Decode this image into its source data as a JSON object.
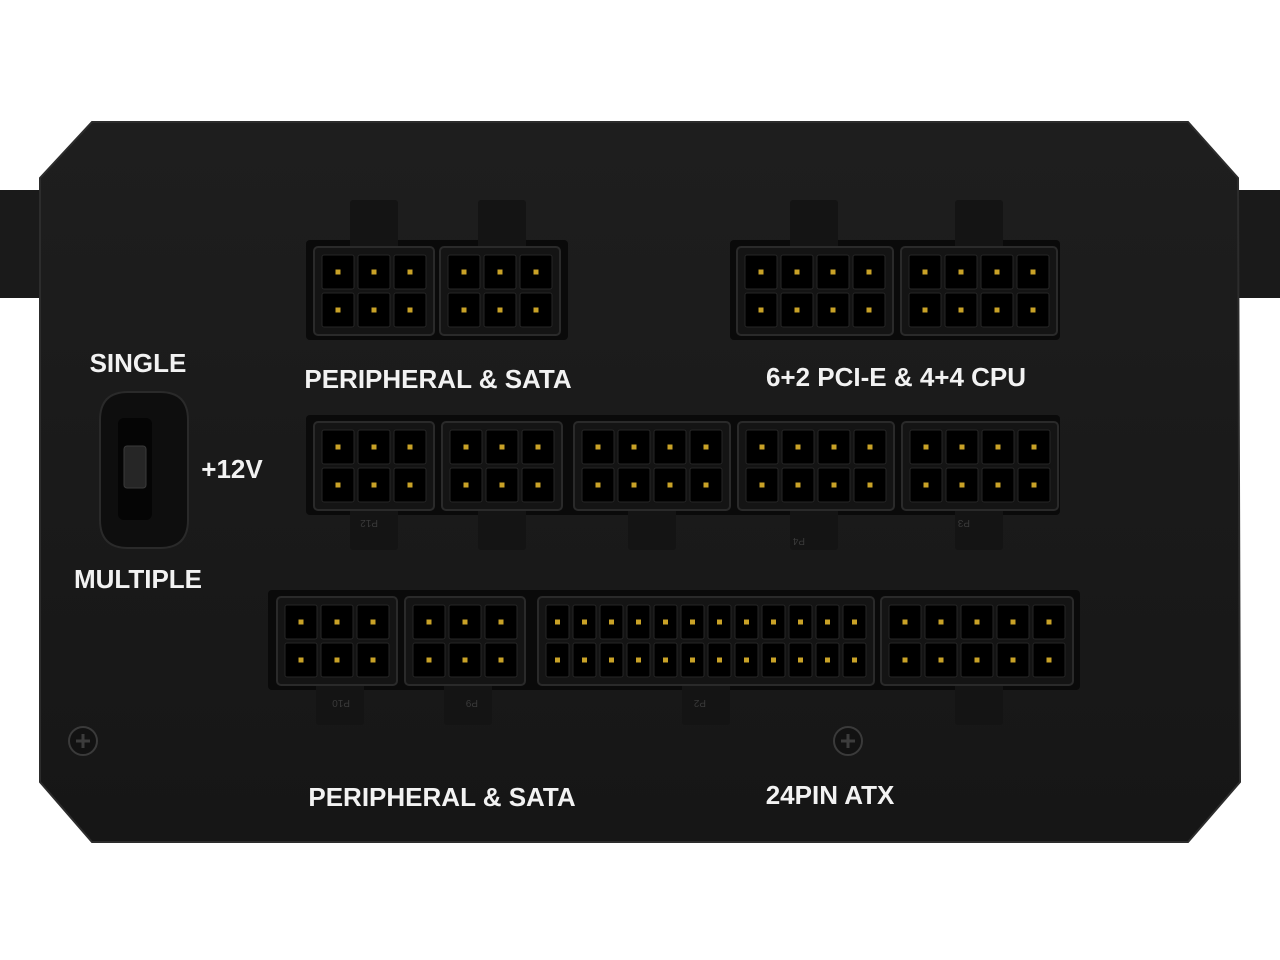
{
  "labels": {
    "single": "SINGLE",
    "multiple": "MULTIPLE",
    "twelve_v": "+12V",
    "peripheral_sata_top": "PERIPHERAL & SATA",
    "pcie_cpu": "6+2 PCI-E & 4+4 CPU",
    "peripheral_sata_bottom": "PERIPHERAL & SATA",
    "atx_24pin": "24PIN ATX"
  },
  "tab_markings": [
    "P12",
    "P4",
    "P3",
    "P10",
    "P9",
    "P2"
  ],
  "colors": {
    "panel": "#1b1b1b",
    "recess": "#0a0a0a",
    "connector": "#141414",
    "pin": "#c9a227",
    "label": "#f2f2f2"
  }
}
